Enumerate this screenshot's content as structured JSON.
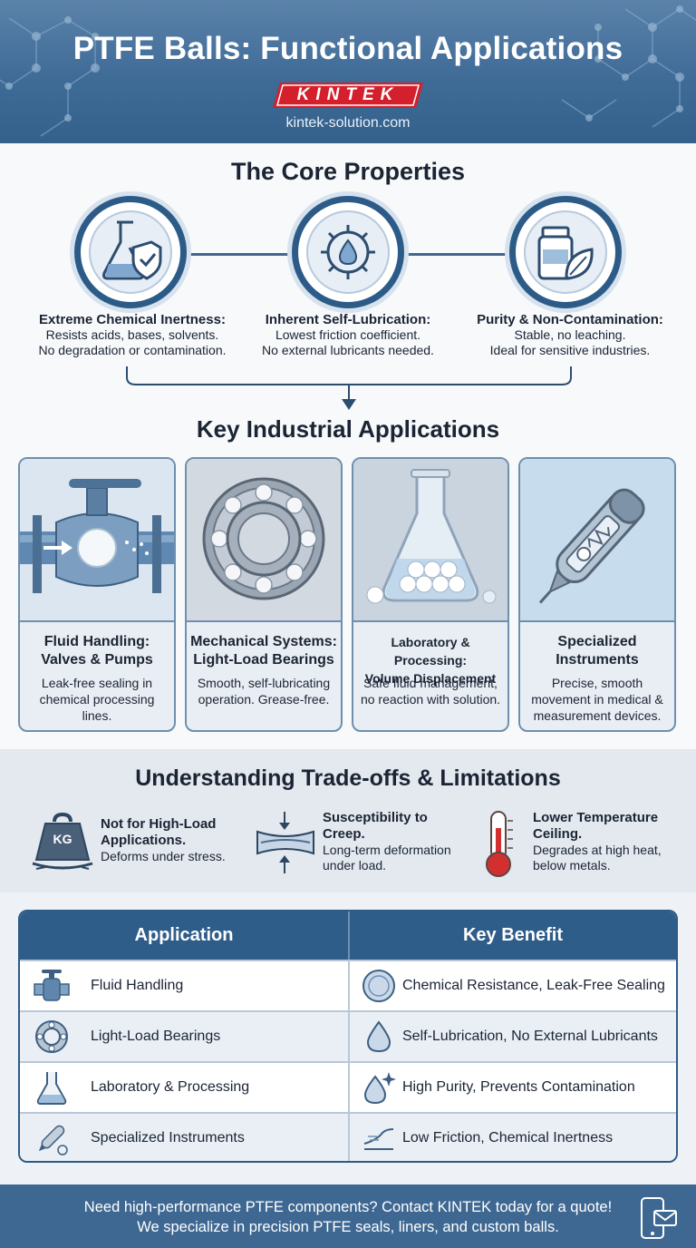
{
  "header": {
    "title": "PTFE Balls: Functional Applications",
    "logo": "KINTEK",
    "website": "kintek-solution.com"
  },
  "core": {
    "title": "The Core Properties",
    "items": [
      {
        "icon": "flask-shield-icon",
        "title": "Extreme Chemical Inertness:",
        "line1": "Resists acids, bases, solvents.",
        "line2": "No degradation or contamination."
      },
      {
        "icon": "gear-drop-icon",
        "title": "Inherent Self-Lubrication:",
        "line1": "Lowest friction coefficient.",
        "line2": "No external lubricants needed."
      },
      {
        "icon": "jar-leaf-icon",
        "title": "Purity & Non-Contamination:",
        "line1": "Stable, no leaching.",
        "line2": "Ideal for sensitive industries."
      }
    ]
  },
  "applications": {
    "title": "Key Industrial Applications",
    "cards": [
      {
        "icon": "ball-valve-icon",
        "title1": "Fluid Handling:",
        "title2": "Valves & Pumps",
        "desc1": "Leak-free sealing in",
        "desc2": "chemical processing",
        "desc3": "lines."
      },
      {
        "icon": "ball-bearing-icon",
        "title1": "Mechanical Systems:",
        "title2": "Light-Load Bearings",
        "desc1": "Smooth, self-lubricating",
        "desc2": "operation. Grease-free.",
        "desc3": ""
      },
      {
        "icon": "flask-balls-icon",
        "title1": "Laboratory & Processing:",
        "title2": "Volume Displacement",
        "desc1": "Safe fluid management,",
        "desc2": "no reaction with solution.",
        "desc3": ""
      },
      {
        "icon": "instrument-pen-icon",
        "title1": "Specialized",
        "title2": "Instruments",
        "desc1": "Precise, smooth",
        "desc2": "movement in medical &",
        "desc3": "measurement devices."
      }
    ]
  },
  "tradeoffs": {
    "title": "Understanding Trade-offs & Limitations",
    "items": [
      {
        "icon": "kg-weight-icon",
        "weight_label": "KG",
        "title1": "Not for High-Load",
        "title2": "Applications.",
        "desc1": "Deforms under stress.",
        "desc2": ""
      },
      {
        "icon": "creep-arrows-icon",
        "title1": "Susceptibility to",
        "title2": "Creep.",
        "desc1": "Long-term deformation",
        "desc2": "under load."
      },
      {
        "icon": "thermometer-icon",
        "title1": "Lower Temperature",
        "title2": "Ceiling.",
        "desc1": "Degrades at high heat,",
        "desc2": "below metals."
      }
    ]
  },
  "table": {
    "headers": [
      "Application",
      "Key Benefit"
    ],
    "rows": [
      {
        "app_icon": "valve-icon",
        "application": "Fluid Handling",
        "benefit_icon": "ball-icon",
        "benefit": "Chemical Resistance, Leak-Free Sealing"
      },
      {
        "app_icon": "bearing-icon",
        "application": "Light-Load Bearings",
        "benefit_icon": "drop-icon",
        "benefit": "Self-Lubrication, No External Lubricants"
      },
      {
        "app_icon": "flask-icon",
        "application": "Laboratory & Processing",
        "benefit_icon": "sparkle-drop-icon",
        "benefit": "High Purity, Prevents Contamination"
      },
      {
        "app_icon": "pen-icon",
        "application": "Specialized Instruments",
        "benefit_icon": "friction-curve-icon",
        "benefit": "Low Friction, Chemical Inertness"
      }
    ]
  },
  "footer": {
    "line1": "Need high-performance PTFE components? Contact KINTEK today for a quote!",
    "line2": "We specialize in precision PTFE seals, liners, and custom balls.",
    "icon": "phone-mail-icon"
  },
  "colors": {
    "primary": "#2f5d8a",
    "header": "#3f6b97",
    "logo_red": "#d4202c",
    "card_border": "#6f8fad"
  }
}
